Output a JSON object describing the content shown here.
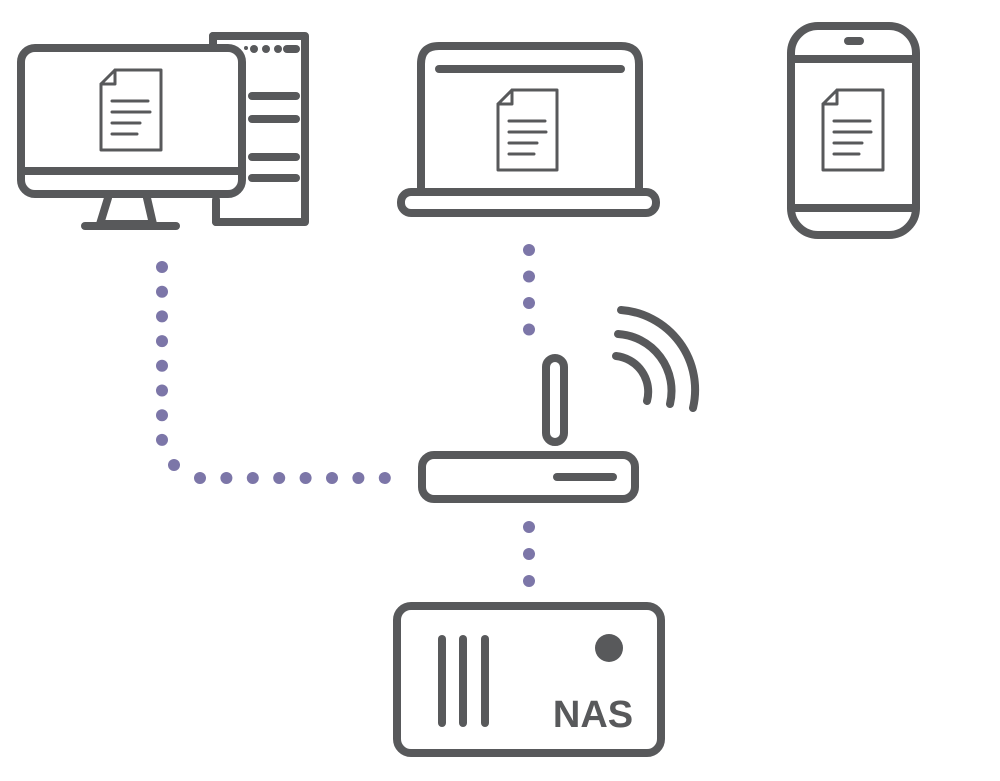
{
  "colors": {
    "device_stroke": "#58595b",
    "link_dots": "#7c76a8",
    "background": "#ffffff"
  },
  "nodes": [
    {
      "id": "desktop",
      "icon": "desktop-computer-icon",
      "has_document": true
    },
    {
      "id": "laptop",
      "icon": "laptop-icon",
      "has_document": true
    },
    {
      "id": "smartphone",
      "icon": "smartphone-icon",
      "has_document": true
    },
    {
      "id": "router",
      "icon": "wifi-router-icon",
      "has_document": false
    },
    {
      "id": "nas",
      "icon": "nas-storage-icon",
      "label": "NAS"
    }
  ],
  "connections": [
    {
      "from": "desktop",
      "to": "router",
      "style": "dotted"
    },
    {
      "from": "laptop",
      "to": "router",
      "style": "dotted"
    },
    {
      "from": "router",
      "to": "nas",
      "style": "dotted"
    },
    {
      "from": "router",
      "to": "smartphone",
      "style": "wireless"
    }
  ]
}
